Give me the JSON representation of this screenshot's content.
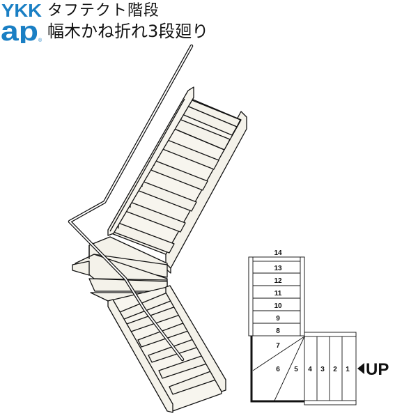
{
  "header": {
    "brand": {
      "line1": "YKK",
      "line2": "ap",
      "registered": "®",
      "color": "#1a7fc4"
    },
    "title_line1": "タフテクト階段",
    "title_line2": "幅木かね折れ3段廻り"
  },
  "illustration": {
    "description": "3D isometric view of L-shaped staircase with 3-step winder and handrail",
    "fill_color": "#f4f2ea",
    "stroke_color": "#111111"
  },
  "plan": {
    "steps_lower": [
      "1",
      "2",
      "3",
      "4"
    ],
    "winder_steps": [
      "5",
      "6",
      "7"
    ],
    "steps_upper": [
      "8",
      "9",
      "10",
      "11",
      "12",
      "13"
    ],
    "top_label": "14",
    "direction_label": "UP",
    "direction_icon": "triangle-left"
  }
}
